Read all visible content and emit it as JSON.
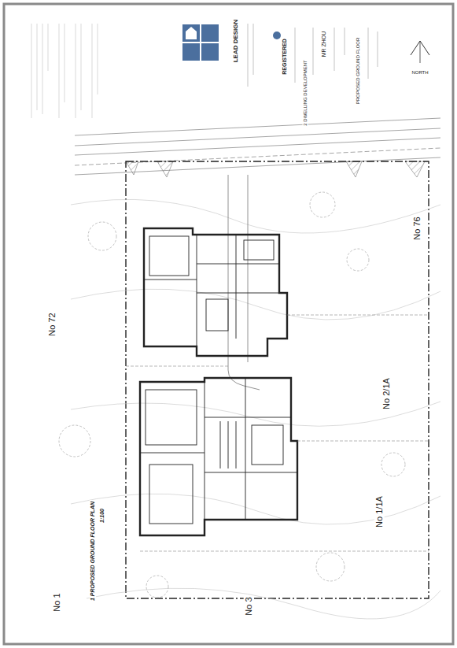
{
  "diagram": {
    "labels": [
      "LEAD DESIGN",
      "REGISTERED",
      "MR ZHOU",
      "2 DWELLING DEVELOPMENT",
      "PROPOSED GROUND FLOOR",
      "NORTH",
      "No 72",
      "No 76",
      "No 2/1A",
      "No 1/1A",
      "No 1",
      "No 3",
      "1  PROPOSED GROUND FLOOR PLAN",
      "1:100"
    ]
  }
}
